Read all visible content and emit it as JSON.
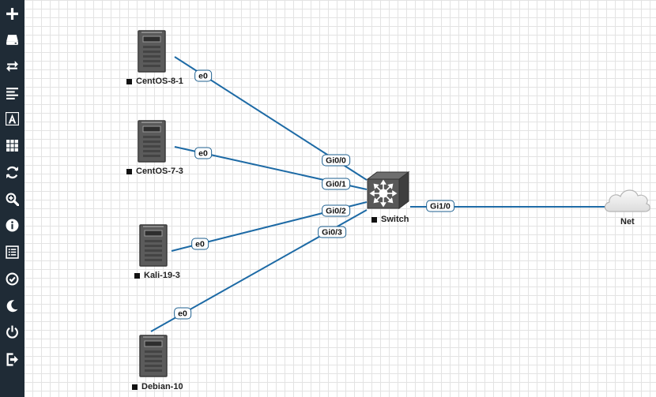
{
  "sidebar": {
    "items": [
      {
        "icon": "plus-icon",
        "name": "add-object-button"
      },
      {
        "icon": "drive-icon",
        "name": "nodes-button"
      },
      {
        "icon": "exchange-icon",
        "name": "networks-button"
      },
      {
        "icon": "align-left-icon",
        "name": "startup-configs-button"
      },
      {
        "icon": "font-icon",
        "name": "text-button"
      },
      {
        "icon": "grid-icon",
        "name": "status-button"
      },
      {
        "icon": "refresh-icon",
        "name": "refresh-button"
      },
      {
        "icon": "zoom-icon",
        "name": "zoom-button"
      },
      {
        "icon": "info-icon",
        "name": "lab-details-button"
      },
      {
        "icon": "list-icon",
        "name": "lab-list-button"
      },
      {
        "icon": "check-icon",
        "name": "lock-button"
      },
      {
        "icon": "moon-icon",
        "name": "dark-mode-button"
      },
      {
        "icon": "power-icon",
        "name": "close-lab-button"
      },
      {
        "icon": "logout-icon",
        "name": "logout-button"
      }
    ]
  },
  "topology": {
    "nodes": {
      "centos8": {
        "label": "CentOS-8-1"
      },
      "centos7": {
        "label": "CentOS-7-3"
      },
      "kali": {
        "label": "Kali-19-3"
      },
      "debian": {
        "label": "Debian-10"
      },
      "switch": {
        "label": "Switch"
      },
      "net": {
        "label": "Net"
      }
    },
    "links": [
      {
        "from": "CentOS-8-1",
        "to": "Switch",
        "from_port": "e0",
        "to_port": "Gi0/0"
      },
      {
        "from": "CentOS-7-3",
        "to": "Switch",
        "from_port": "e0",
        "to_port": "Gi0/1"
      },
      {
        "from": "Kali-19-3",
        "to": "Switch",
        "from_port": "e0",
        "to_port": "Gi0/2"
      },
      {
        "from": "Debian-10",
        "to": "Switch",
        "from_port": "e0",
        "to_port": "Gi0/3"
      },
      {
        "from": "Switch",
        "to": "Net",
        "from_port": "Gi1/0",
        "to_port": ""
      }
    ]
  },
  "colors": {
    "sidebar_bg": "#1f2b36",
    "link": "#1d6aa5",
    "port_border": "#1d5f8f",
    "grid": "#e3e3e3"
  }
}
